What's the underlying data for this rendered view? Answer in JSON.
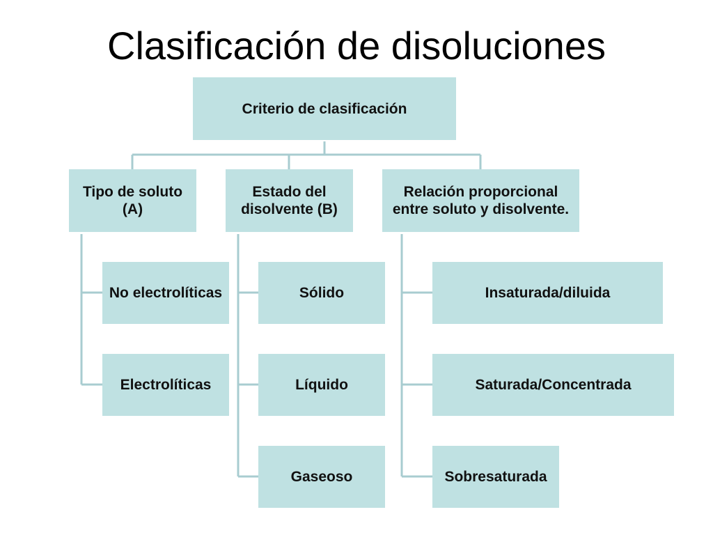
{
  "title": "Clasificación de disoluciones",
  "root": {
    "label": "Criterio de clasificación"
  },
  "categories": [
    {
      "label": "Tipo de soluto (A)",
      "items": [
        "No electrolíticas",
        "Electrolíticas"
      ]
    },
    {
      "label": "Estado del disolvente (B)",
      "items": [
        "Sólido",
        "Líquido",
        "Gaseoso"
      ]
    },
    {
      "label": "Relación proporcional entre soluto y disolvente.",
      "items": [
        "Insaturada/diluida",
        "Saturada/Concentrada",
        "Sobresaturada"
      ]
    }
  ],
  "colors": {
    "box_fill": "#bfe1e2",
    "connector": "#a8ccd0"
  }
}
